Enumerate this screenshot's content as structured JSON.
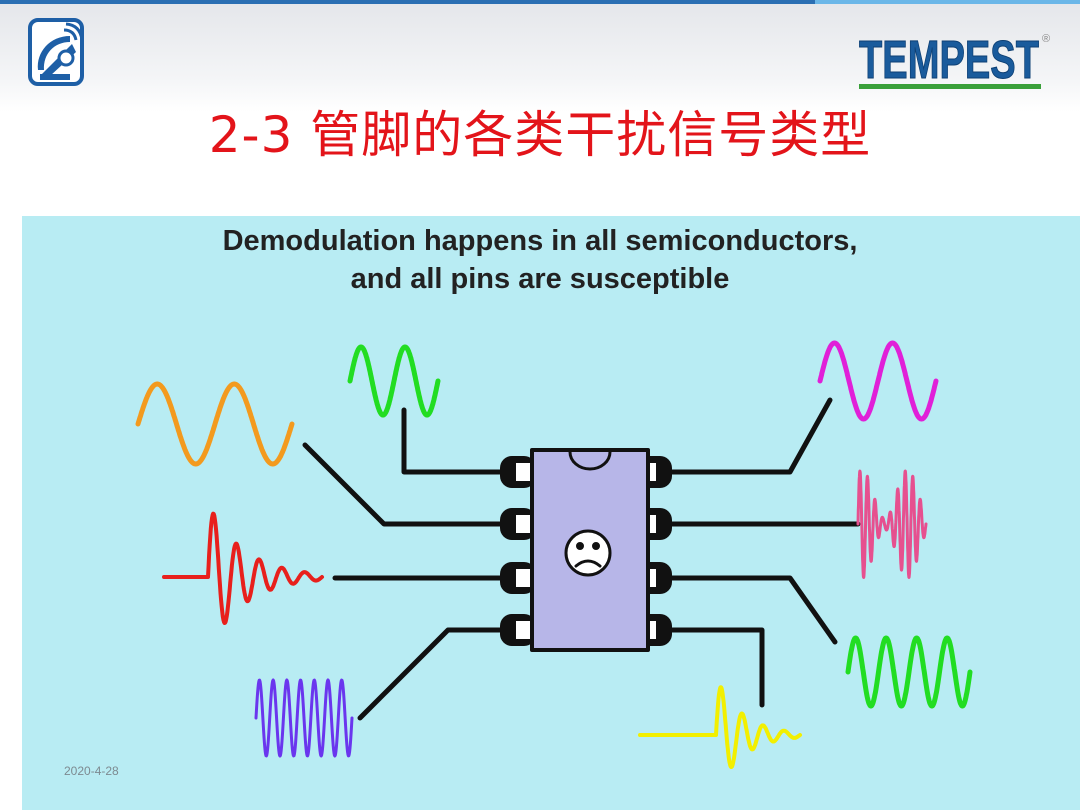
{
  "slide": {
    "title": "2-3 管脚的各类干扰信号类型",
    "date": "2020-4-28"
  },
  "brand": {
    "name": "TEMPEST",
    "registered": "®"
  },
  "diagram": {
    "caption_line1": "Demodulation happens in all semiconductors,",
    "caption_line2": "and all pins are susceptible",
    "chip_face": "sad-face-icon"
  },
  "colors": {
    "title_red": "#e3141a",
    "panel_cyan": "#b8ecf3",
    "chip_fill": "#b7b6e8",
    "wave_orange": "#f39a1e",
    "wave_green": "#22dd22",
    "wave_red": "#e8201c",
    "wave_purple": "#6a36ee",
    "wave_magenta": "#e020d8",
    "wave_pink_mixed": "#e6508f",
    "wave_yellow": "#f2ef00",
    "brand_blue": "#1a5b9c",
    "brand_green": "#3aa03a"
  }
}
